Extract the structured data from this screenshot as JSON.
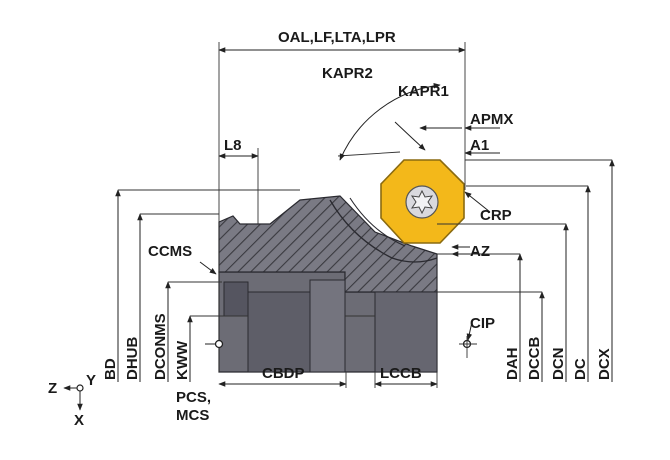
{
  "labels": {
    "oal": "OAL,LF,LTA,LPR",
    "kapr2": "KAPR2",
    "kapr1": "KAPR1",
    "apmx": "APMX",
    "a1": "A1",
    "l8": "L8",
    "crp": "CRP",
    "az": "AZ",
    "ccms": "CCMS",
    "cip": "CIP",
    "cbdp": "CBDP",
    "lccb": "LCCB",
    "bd": "BD",
    "dhub": "DHUB",
    "dconms": "DCONMS",
    "kww": "KWW",
    "dah": "DAH",
    "dccb": "DCCB",
    "dcn": "DCN",
    "dc": "DC",
    "dcx": "DCX",
    "pcs": "PCS,",
    "mcs": "MCS",
    "axis_z": "Z",
    "axis_y": "Y",
    "axis_x": "X"
  },
  "colors": {
    "body": "#6f6f78",
    "body_dark": "#4a4a52",
    "hatch": "#3a3a40",
    "insert": "#f3b81a",
    "insert_edge": "#8a6a10",
    "line": "#222222"
  },
  "icons": {
    "torx_screw": "torx-screw-icon",
    "coordinate_origin": "origin-marker-icon"
  }
}
